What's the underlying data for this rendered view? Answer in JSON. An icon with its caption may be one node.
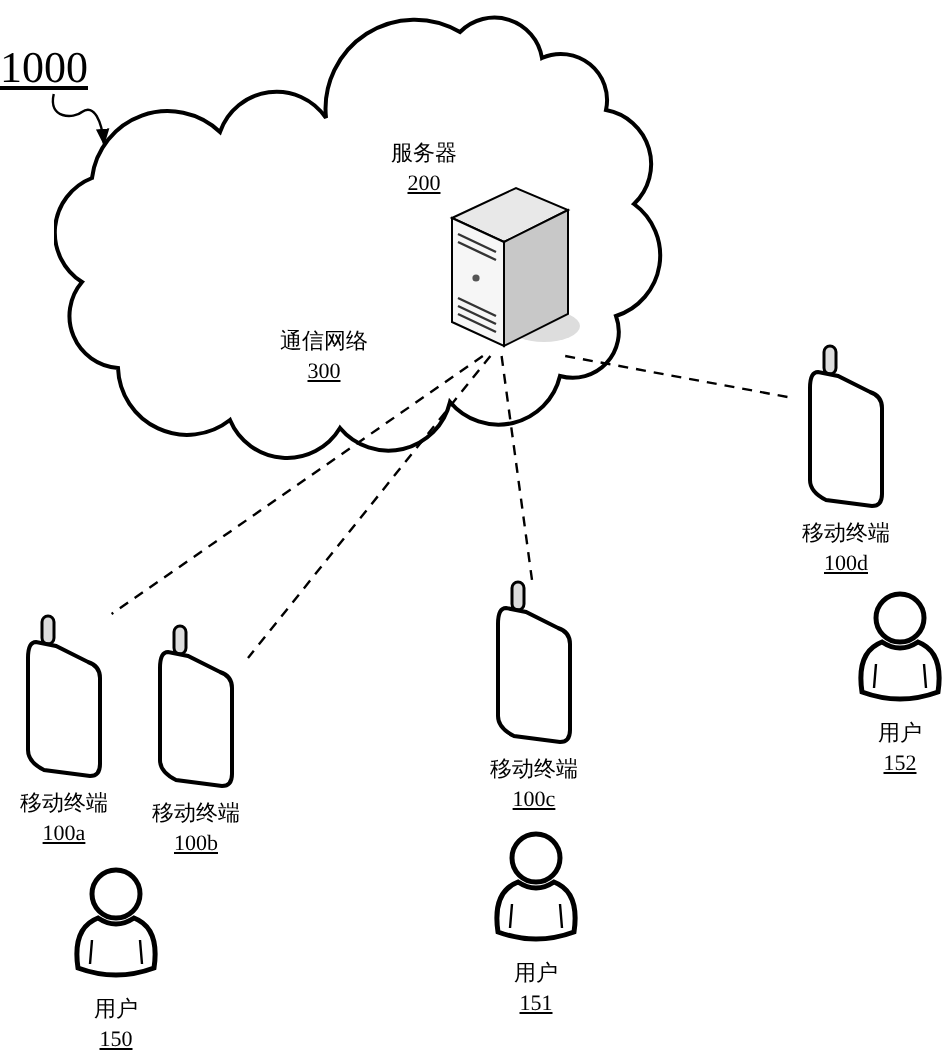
{
  "diagram": {
    "nodes": [
      {
        "text": [
          "1000"
        ]
      },
      {
        "text": [
          "通信网络",
          "300"
        ]
      },
      {
        "text": [
          "服务器",
          "200"
        ],
        "in": 1
      },
      {
        "text": [
          "移动终端",
          "100a"
        ]
      },
      {
        "text": [
          "移动终端",
          "100b"
        ]
      },
      {
        "text": [
          "移动终端",
          "100c"
        ]
      },
      {
        "text": [
          "移动终端",
          "100d"
        ]
      },
      {
        "text": [
          "用户",
          "150"
        ]
      },
      {
        "text": [
          "用户",
          "151"
        ]
      },
      {
        "text": [
          "用户",
          "152"
        ]
      }
    ],
    "edges": [
      {
        "from": 0,
        "to": 1,
        "arrow": "to"
      },
      {
        "from": 2,
        "to": 3,
        "arrow": "none",
        "style": "dashed"
      },
      {
        "from": 2,
        "to": 4,
        "arrow": "none",
        "style": "dashed"
      },
      {
        "from": 2,
        "to": 5,
        "arrow": "none",
        "style": "dashed"
      },
      {
        "from": 2,
        "to": 6,
        "arrow": "none",
        "style": "dashed"
      }
    ]
  }
}
